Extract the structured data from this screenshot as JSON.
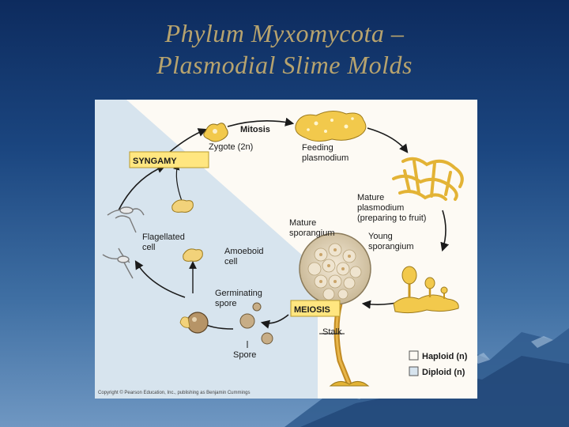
{
  "slide": {
    "title_line1": "Phylum Myxomycota –",
    "title_line2": "Plasmodial Slime Molds"
  },
  "colors": {
    "title": "#b7a36e",
    "haploid_background": "#fdfaf4",
    "diploid_background": "#d7e4ee",
    "plasmodium": "#f2c94c",
    "stage_box": "#ffe680"
  },
  "diagram": {
    "labels": {
      "mitosis": "Mitosis",
      "zygote": "Zygote (2n)",
      "syngamy": "SYNGAMY",
      "feeding_line1": "Feeding",
      "feeding_line2": "plasmodium",
      "mature_plasmodium_line1": "Mature",
      "mature_plasmodium_line2": "plasmodium",
      "mature_plasmodium_line3": "(preparing to fruit)",
      "mature_sporangium_line1": "Mature",
      "mature_sporangium_line2": "sporangium",
      "young_sporangium_line1": "Young",
      "young_sporangium_line2": "sporangium",
      "flagellated_line1": "Flagellated",
      "flagellated_line2": "cell",
      "amoeboid_line1": "Amoeboid",
      "amoeboid_line2": "cell",
      "germinating_line1": "Germinating",
      "germinating_line2": "spore",
      "meiosis": "MEIOSIS",
      "stalk": "Stalk",
      "spore": "Spore"
    },
    "legend": {
      "haploid": "Haploid (n)",
      "diploid": "Diploid (n)"
    },
    "copyright": "Copyright © Pearson Education, Inc., publishing as Benjamin Cummings"
  }
}
